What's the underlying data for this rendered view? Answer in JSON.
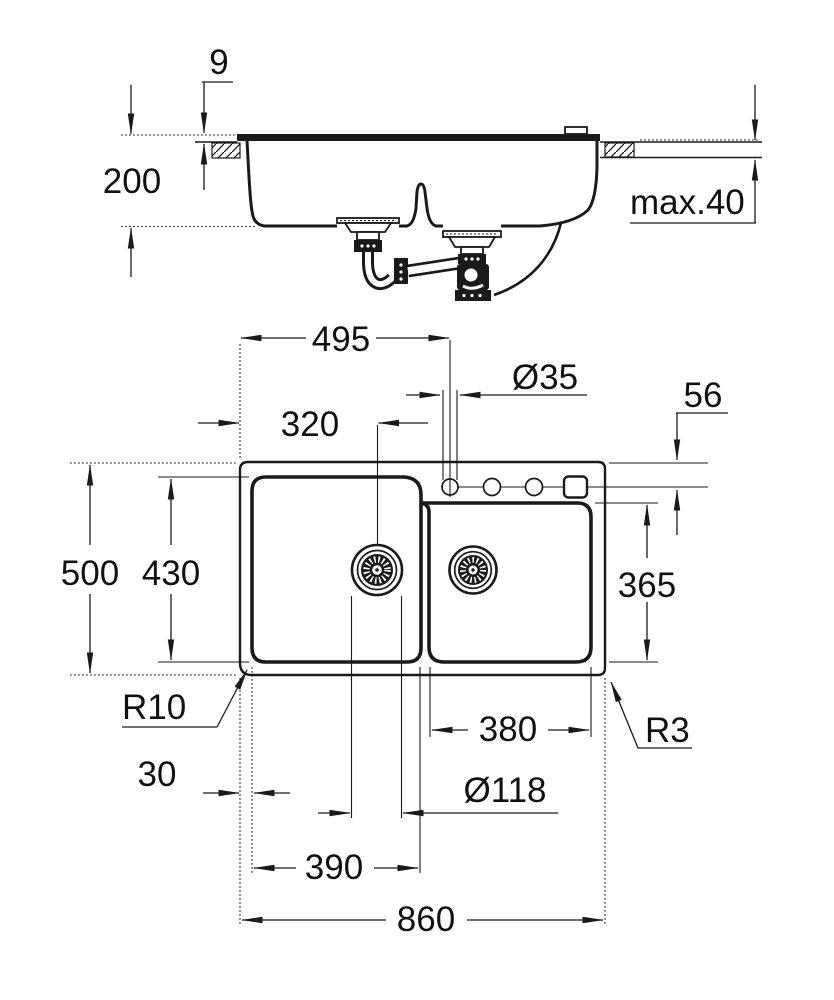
{
  "page": {
    "background": "#ffffff",
    "line_color": "#1a1a1a"
  },
  "side_view": {
    "labels": {
      "rim_height": "9",
      "bowl_depth": "200",
      "counter_thickness": "max.40"
    }
  },
  "plan_view": {
    "labels": {
      "faucet_from_left": "495",
      "faucet_hole_diameter": "Ø35",
      "holes_from_top": "56",
      "drain_from_left": "320",
      "overall_depth": "500",
      "left_bowl_depth": "430",
      "right_bowl_depth": "365",
      "left_corner_radius": "R10",
      "right_corner_radius": "R3",
      "bowl_edge_inset": "30",
      "drain_diameter": "Ø118",
      "right_bowl_width": "380",
      "left_bowl_width": "390",
      "overall_width": "860"
    }
  }
}
